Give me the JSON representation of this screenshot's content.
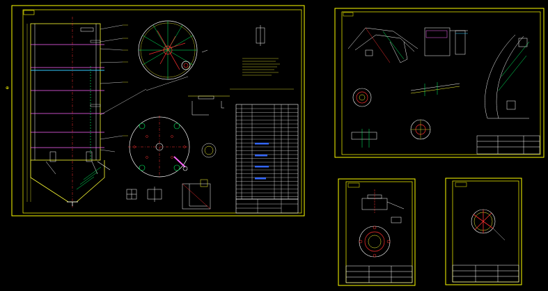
{
  "colors": {
    "background": "#000000",
    "frame": "#ffff00",
    "line": "#ffff33",
    "white": "#ffffff",
    "green": "#00ff66",
    "red": "#ff3030",
    "magenta": "#ff66ff",
    "cyan": "#33ccff",
    "blue": "#3366ff"
  },
  "sheets": [
    {
      "id": "sheet-1",
      "title": "",
      "marker": "⊕"
    },
    {
      "id": "sheet-2",
      "title": ""
    },
    {
      "id": "sheet-3",
      "title": ""
    },
    {
      "id": "sheet-4",
      "title": ""
    }
  ]
}
